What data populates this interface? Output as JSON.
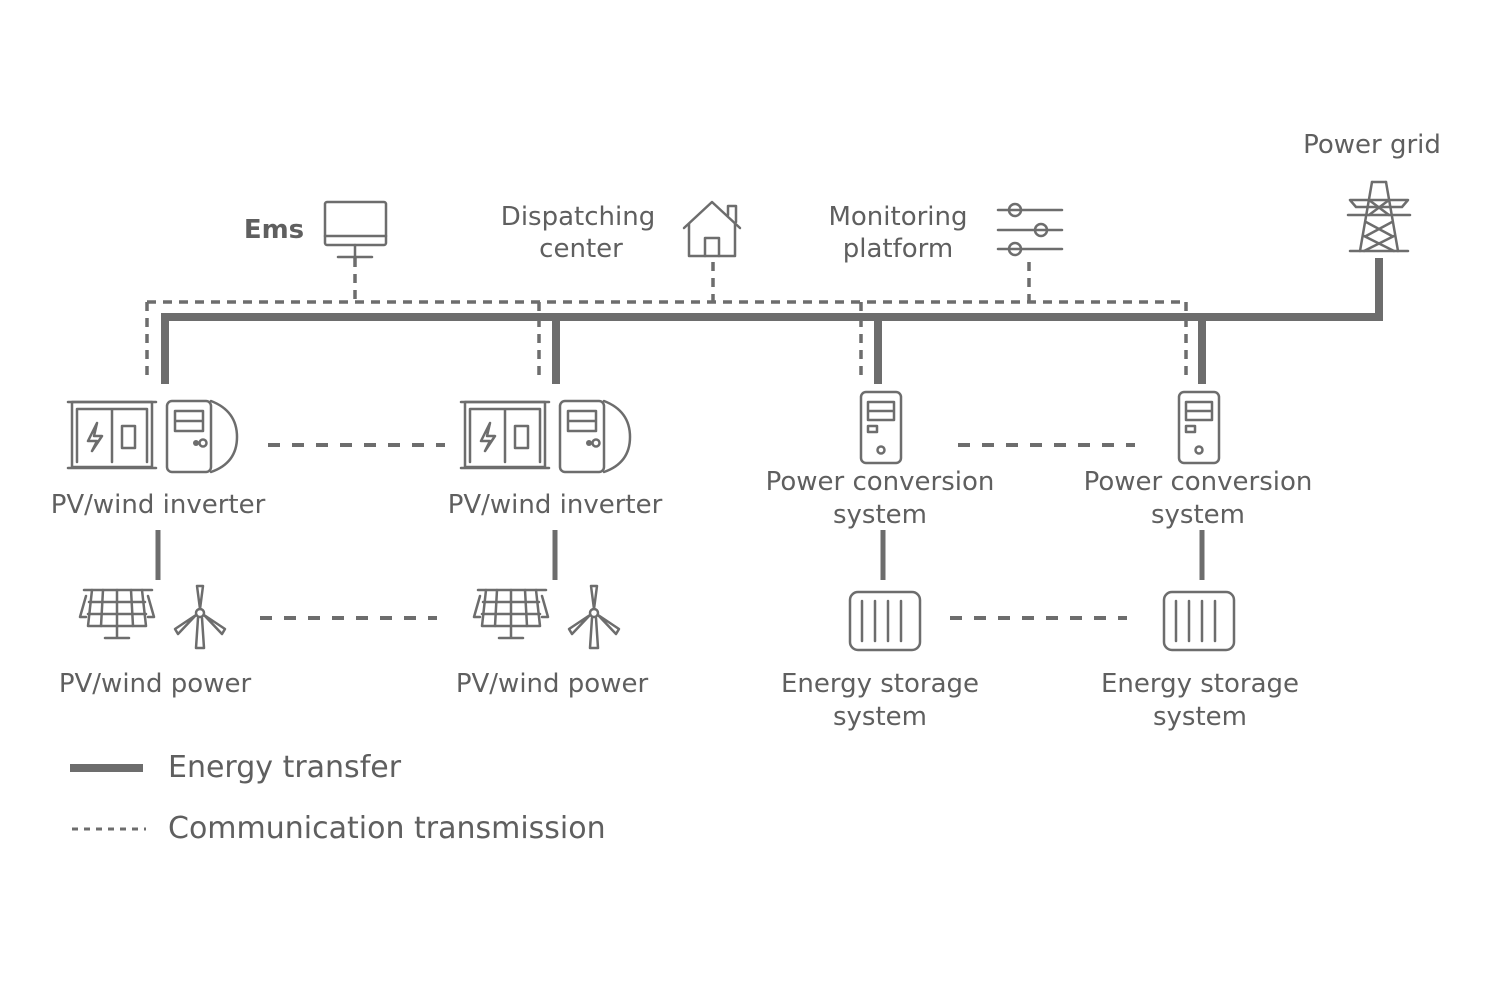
{
  "nodes": {
    "ems": {
      "label": "Ems"
    },
    "dispatching": {
      "line1": "Dispatching",
      "line2": "center"
    },
    "monitoring": {
      "line1": "Monitoring",
      "line2": "platform"
    },
    "grid": {
      "label": "Power grid"
    },
    "inverter_1": {
      "label": "PV/wind inverter"
    },
    "inverter_2": {
      "label": "PV/wind inverter"
    },
    "pcs_1": {
      "line1": "Power conversion",
      "line2": "system"
    },
    "pcs_2": {
      "line1": "Power conversion",
      "line2": "system"
    },
    "pv_1": {
      "label": "PV/wind power"
    },
    "pv_2": {
      "label": "PV/wind power"
    },
    "ess_1": {
      "line1": "Energy storage",
      "line2": "system"
    },
    "ess_2": {
      "line1": "Energy storage",
      "line2": "system"
    }
  },
  "legend": {
    "energy": "Energy transfer",
    "comm": "Communication transmission"
  },
  "colors": {
    "stroke": "#6d6d6d",
    "text": "#5f5f5f",
    "background": "#ffffff"
  },
  "icons": [
    "monitor-icon",
    "house-icon",
    "sliders-icon",
    "pylon-icon",
    "inverter-cabinet-icon",
    "inverter-unit-icon",
    "solar-panel-icon",
    "wind-turbine-icon",
    "server-icon",
    "battery-icon"
  ]
}
